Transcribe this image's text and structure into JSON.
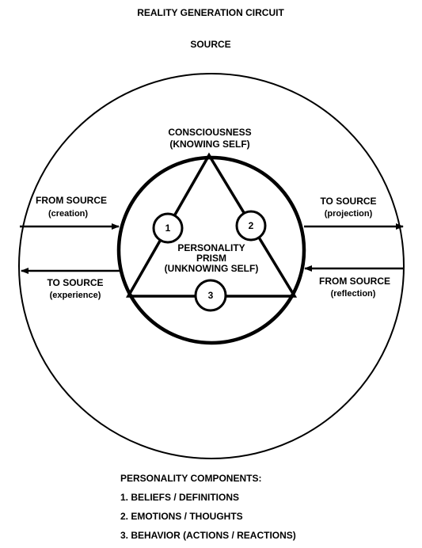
{
  "title": "REALITY GENERATION CIRCUIT",
  "source_label": "SOURCE",
  "consciousness": {
    "line1": "CONSCIOUSNESS",
    "line2": "(KNOWING SELF)"
  },
  "prism": {
    "line1": "PERSONALITY",
    "line2": "PRISM",
    "line3": "(UNKNOWING SELF)"
  },
  "nodes": [
    "1",
    "2",
    "3"
  ],
  "arrows": {
    "from_source_creation": {
      "line1": "FROM SOURCE",
      "line2": "(creation)"
    },
    "to_source_projection": {
      "line1": "TO SOURCE",
      "line2": "(projection)"
    },
    "to_source_experience": {
      "line1": "TO SOURCE",
      "line2": "(experience)"
    },
    "from_source_reflection": {
      "line1": "FROM SOURCE",
      "line2": "(reflection)"
    }
  },
  "legend": {
    "heading": "PERSONALITY COMPONENTS:",
    "items": [
      "1. BELIEFS / DEFINITIONS",
      "2. EMOTIONS / THOUGHTS",
      "3. BEHAVIOR (ACTIONS / REACTIONS)"
    ]
  }
}
